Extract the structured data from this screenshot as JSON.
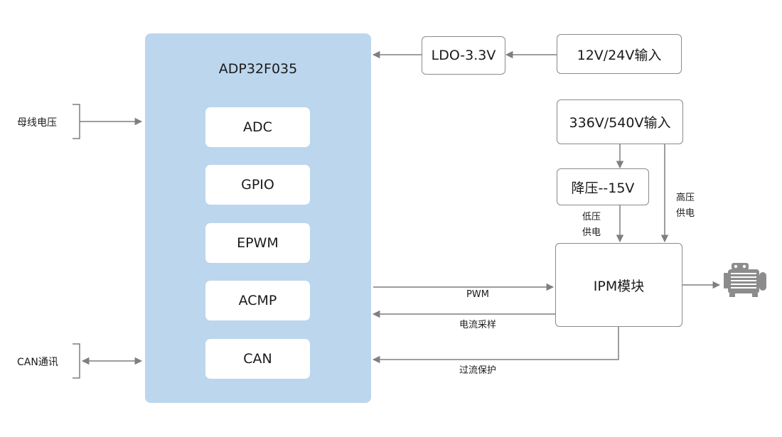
{
  "colors": {
    "mcu_fill": "#bcd6ee",
    "line": "#7f7f7f",
    "box_border": "#8a8a8a",
    "text": "#1a1a1a"
  },
  "mcu": {
    "title": "ADP32F035",
    "modules": [
      "ADC",
      "GPIO",
      "EPWM",
      "ACMP",
      "CAN"
    ]
  },
  "blocks": {
    "ldo": "LDO-3.3V",
    "input_low": "12V/24V输入",
    "input_high": "336V/540V输入",
    "buck": "降压--15V",
    "ipm": "IPM模块"
  },
  "labels": {
    "bus_voltage": "母线电压",
    "can_comm": "CAN通讯",
    "pwm": "PWM",
    "current_sampling": "电流采样",
    "overcurrent_protection": "过流保护",
    "low_voltage_supply": [
      "低压",
      "供电"
    ],
    "high_voltage_supply": [
      "高压",
      "供电"
    ]
  },
  "icons": {
    "motor": "motor-icon"
  }
}
